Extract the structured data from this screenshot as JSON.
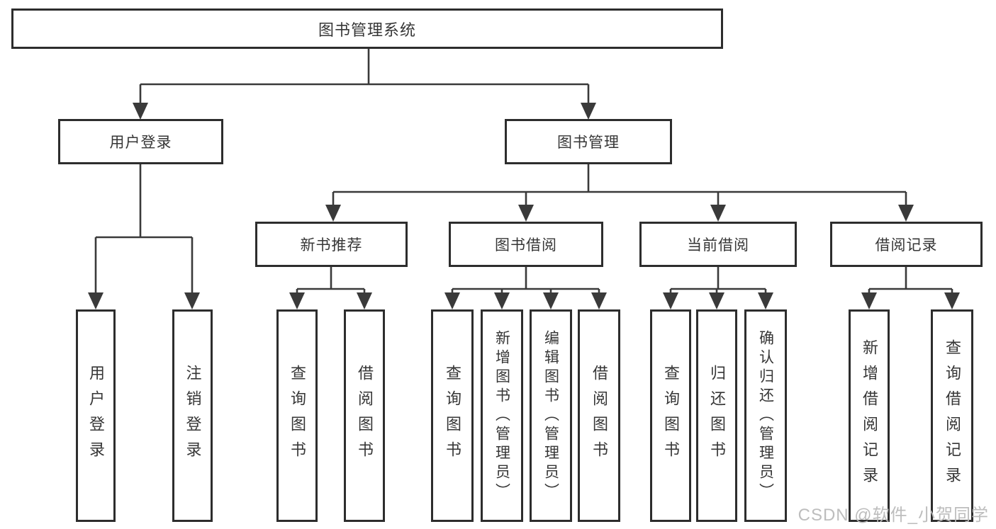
{
  "diagram": {
    "root": {
      "label": "图书管理系统"
    },
    "level2": [
      {
        "label": "用户登录"
      },
      {
        "label": "图书管理"
      }
    ],
    "level3": [
      {
        "label": "新书推荐"
      },
      {
        "label": "图书借阅"
      },
      {
        "label": "当前借阅"
      },
      {
        "label": "借阅记录"
      }
    ],
    "leaves": {
      "user_login": [
        {
          "label": "用户登录"
        },
        {
          "label": "注销登录"
        }
      ],
      "new_book": [
        {
          "label": "查询图书"
        },
        {
          "label": "借阅图书"
        }
      ],
      "book_borrow": [
        {
          "label": "查询图书"
        },
        {
          "label": "新增图书（管理员）"
        },
        {
          "label": "编辑图书（管理员）"
        },
        {
          "label": "借阅图书"
        }
      ],
      "current_borrow": [
        {
          "label": "查询图书"
        },
        {
          "label": "归还图书"
        },
        {
          "label": "确认归还（管理员）"
        }
      ],
      "borrow_records": [
        {
          "label": "新增借阅记录"
        },
        {
          "label": "查询借阅记录"
        }
      ]
    }
  },
  "watermark": {
    "text": "CSDN @软件_小贺同学"
  },
  "colors": {
    "line": "#3a3a3a",
    "border": "#2d2d2d",
    "text": "#363636",
    "watermark": "#b9b9b9",
    "background": "#ffffff"
  }
}
